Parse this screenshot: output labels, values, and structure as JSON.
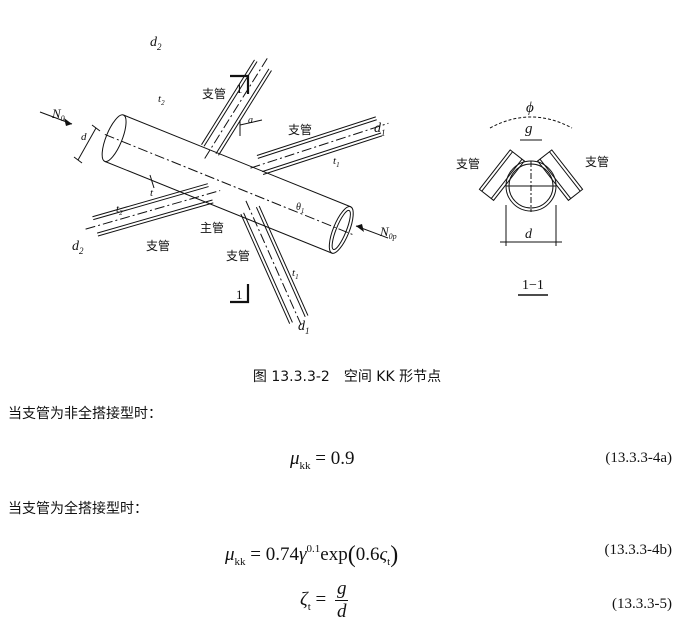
{
  "figure": {
    "left": {
      "d2_top": "d",
      "d2_top_sub": "2",
      "t2_top": "t",
      "t2_top_sub": "2",
      "branch_top_label": "支管",
      "section_mark": "1",
      "N0": "N",
      "N0_sub": "0",
      "d": "d",
      "a": "a",
      "branch_right_label": "支管",
      "d1_right": "d",
      "d1_right_sub": "1",
      "t1_right": "t",
      "t1_right_sub": "1",
      "t": "t",
      "t2_left": "t",
      "t2_left_sub": "2",
      "d2_left": "d",
      "d2_left_sub": "2",
      "branch_left_label": "支管",
      "main_label": "主管",
      "branch_bottom_label": "支管",
      "theta": "θ",
      "theta_sub": "1",
      "N0p": "N",
      "N0p_sub": "0p",
      "t1_bottom": "t",
      "t1_bottom_sub": "1",
      "d1_bottom": "d",
      "d1_bottom_sub": "1",
      "section_mark_bottom": "1"
    },
    "right": {
      "phi": "ϕ",
      "g": "g",
      "branch_left": "支管",
      "branch_right": "支管",
      "d": "d",
      "section_label": "1−1"
    }
  },
  "caption": "图 13.3.3-2　空间 KK 形节点",
  "paragraph1": "当支管为非全搭接型时：",
  "eq1": {
    "mu": "μ",
    "mu_sub": "kk",
    "rhs": "= 0.9",
    "number": "(13.3.3-4a)"
  },
  "paragraph2": "当支管为全搭接型时：",
  "eq2": {
    "mu": "μ",
    "mu_sub": "kk",
    "eq_coef": "= 0.74",
    "gamma": "γ",
    "gamma_sup": "0.1",
    "exp": "exp",
    "lp": "(",
    "inner_coef": "0.6",
    "zeta": "ς",
    "zeta_sub": "t",
    "rp": ")",
    "number": "(13.3.3-4b)"
  },
  "eq3": {
    "zeta": "ζ",
    "zeta_sub": "t",
    "equals": "=",
    "numerator": "g",
    "denominator": "d",
    "number": "(13.3.3-5)"
  }
}
